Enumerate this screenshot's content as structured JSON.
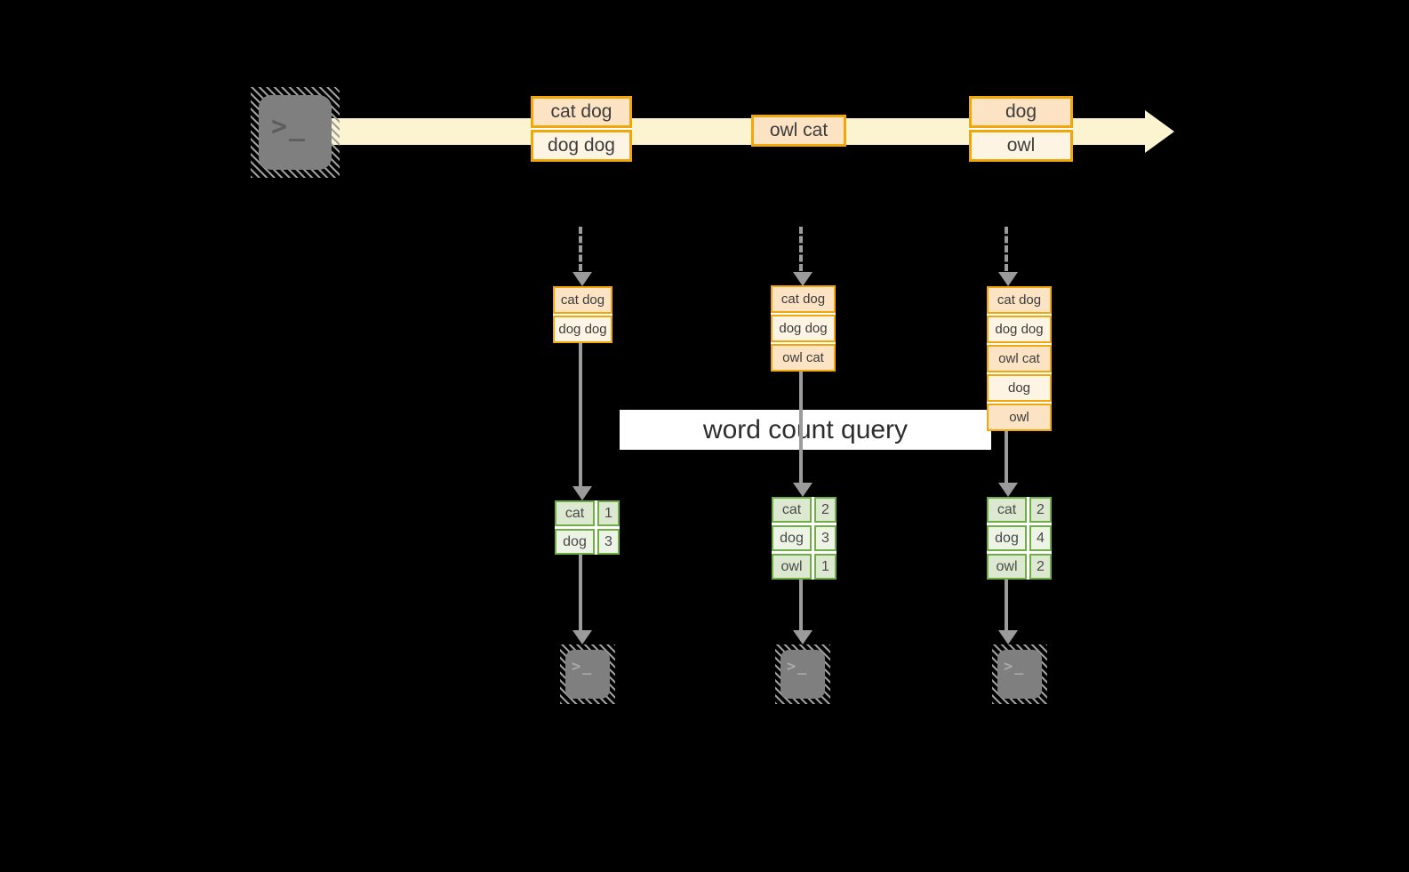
{
  "query_label": "word count query",
  "terminal_glyph": ">_",
  "stream": {
    "source_icon": "terminal-icon",
    "batches": [
      {
        "rows": [
          "cat dog",
          "dog dog"
        ]
      },
      {
        "rows": [
          "owl cat"
        ]
      },
      {
        "rows": [
          "dog",
          "owl"
        ]
      }
    ]
  },
  "columns": [
    {
      "state_rows": [
        "cat dog",
        "dog dog"
      ],
      "counts": [
        {
          "word": "cat",
          "count": "1"
        },
        {
          "word": "dog",
          "count": "3"
        }
      ]
    },
    {
      "state_rows": [
        "cat dog",
        "dog dog",
        "owl cat"
      ],
      "counts": [
        {
          "word": "cat",
          "count": "2"
        },
        {
          "word": "dog",
          "count": "3"
        },
        {
          "word": "owl",
          "count": "1"
        }
      ]
    },
    {
      "state_rows": [
        "cat dog",
        "dog dog",
        "owl cat",
        "dog",
        "owl"
      ],
      "counts": [
        {
          "word": "cat",
          "count": "2"
        },
        {
          "word": "dog",
          "count": "4"
        },
        {
          "word": "owl",
          "count": "2"
        }
      ]
    }
  ],
  "colors": {
    "background": "#000000",
    "stream_band": "#FCF3D1",
    "orange_border": "#F1A70A",
    "row_peach": "#FBE3C4",
    "row_cream": "#FDF4E4",
    "green_border": "#6FAE44",
    "green_cell_dark": "#DCE8CF",
    "green_cell_light": "#EDF3E5",
    "arrow_gray": "#9B9B9B",
    "terminal_gray": "#7F7F7F",
    "query_band_bg": "#FFFFFF",
    "text_dark": "#3C3C3C"
  }
}
